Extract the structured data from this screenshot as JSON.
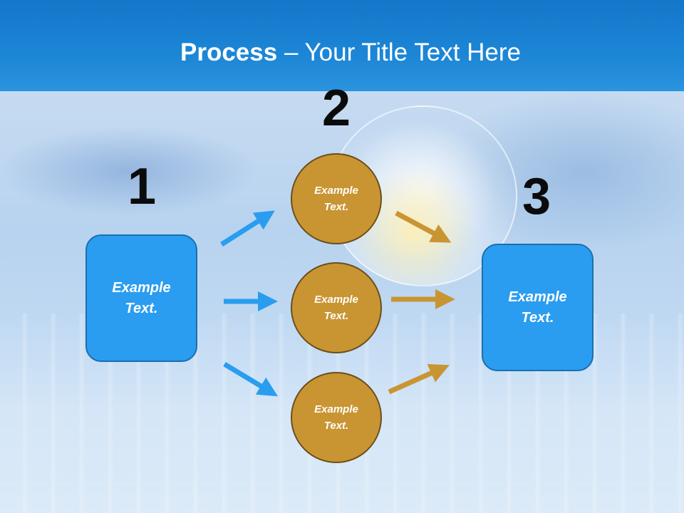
{
  "title": {
    "bold": "Process",
    "rest": " – Your Title Text Here"
  },
  "steps": [
    {
      "number": "1",
      "text": "Example\nText."
    },
    {
      "number": "2",
      "items": [
        "Example\nText.",
        "Example\nText.",
        "Example\nText."
      ]
    },
    {
      "number": "3",
      "text": "Example\nText."
    }
  ],
  "colors": {
    "header": "#1c86d6",
    "box_fill": "#2a9df0",
    "circle_fill": "#c99532",
    "arrow_blue": "#2a9df0",
    "arrow_gold": "#c99532"
  }
}
